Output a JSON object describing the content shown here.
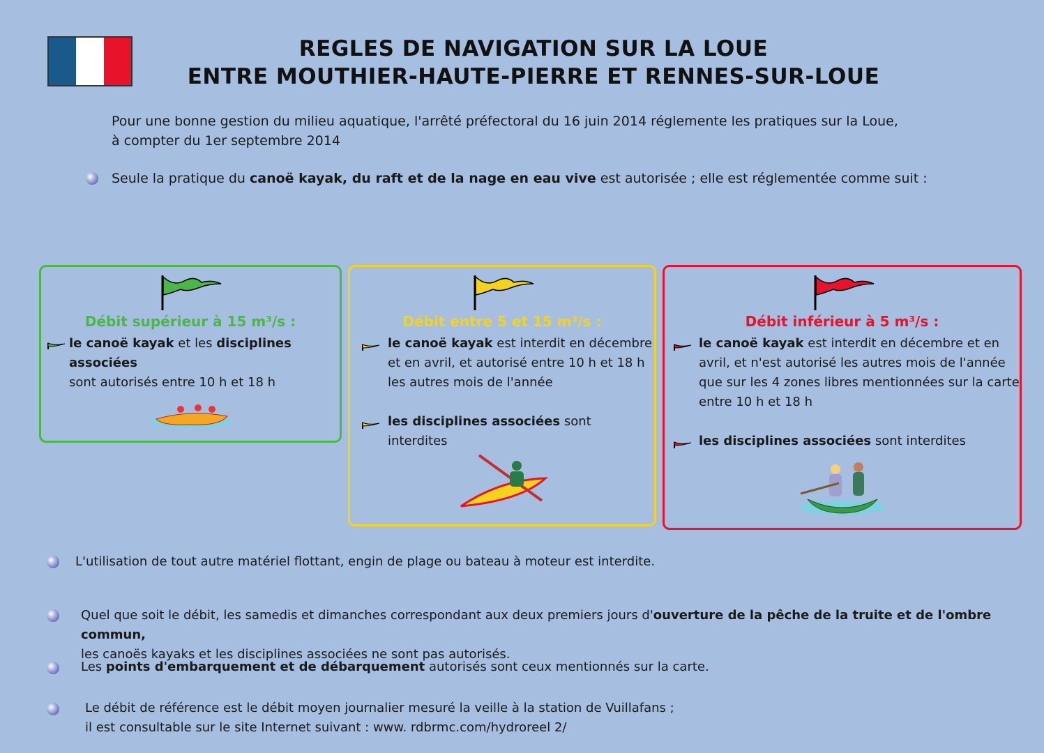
{
  "colors": {
    "background": "#a6bfe1",
    "green": "#4cb648",
    "yellow": "#f5d21e",
    "red": "#e8132b",
    "flag_blue": "#1a5a8a",
    "flag_white": "#ffffff",
    "flag_red": "#e8132b"
  },
  "title": {
    "line1": "REGLES DE NAVIGATION SUR LA LOUE",
    "line2": "ENTRE MOUTHIER-HAUTE-PIERRE ET RENNES-SUR-LOUE"
  },
  "intro": {
    "line1": "Pour une bonne gestion du milieu aquatique, l'arrêté préfectoral du 16 juin 2014 réglemente les pratiques sur la Loue,",
    "line2": "à compter du 1er septembre 2014"
  },
  "bullet1": {
    "t1": "Seule la pratique du ",
    "b1": "canoë kayak, du raft et de la nage en eau vive",
    "t2": " est autorisée ; elle est réglementée comme suit :"
  },
  "boxes": {
    "green": {
      "heading": "Débit supérieur à 15 m³/s :",
      "item1": {
        "b1": "le canoë kayak",
        "t1": " et les ",
        "b2": "disciplines associées",
        "t2": "sont autorisés entre 10 h et 18 h"
      }
    },
    "yellow": {
      "heading": "Débit entre 5 et 15 m³/s :",
      "item1": {
        "b1": "le canoë kayak",
        "t1": " est interdit en décembre",
        "l2": "et en avril, et autorisé entre 10 h et 18 h",
        "l3": "les autres mois de l'année"
      },
      "item2": {
        "b1": "les disciplines associées",
        "t1": " sont interdites"
      }
    },
    "red": {
      "heading": "Débit inférieur à 5 m³/s :",
      "item1": {
        "b1": "le canoë kayak",
        "t1": " est interdit en décembre et en",
        "l2": "avril, et n'est autorisé  les autres mois de l'année",
        "l3": "que sur les 4 zones libres mentionnées sur la carte",
        "l4": "entre 10 h et 18 h"
      },
      "item2": {
        "b1": "les disciplines associées",
        "t1": " sont interdites"
      }
    }
  },
  "bullets": [
    {
      "t1": "L'utilisation de tout autre matériel flottant, engin de plage ou bateau à moteur est interdite."
    },
    {
      "t1": "Quel que soit le débit, les samedis et dimanches correspondant aux deux premiers jours d'",
      "b1": "ouverture de la pêche de la truite et de l'ombre commun,",
      "l2": "les canoës kayaks et les disciplines associées ne sont pas autorisés."
    },
    {
      "t1": "Les ",
      "b1": "points d'embarquement et de débarquement",
      "t2": " autorisés sont ceux mentionnés sur la carte."
    },
    {
      "t1": "Le débit de référence est le débit moyen journalier mesuré la veille à la station de Vuillafans ;",
      "l2": "il est consultable sur le site Internet suivant : www. rdbrmc.com/hydroreel 2/"
    }
  ]
}
